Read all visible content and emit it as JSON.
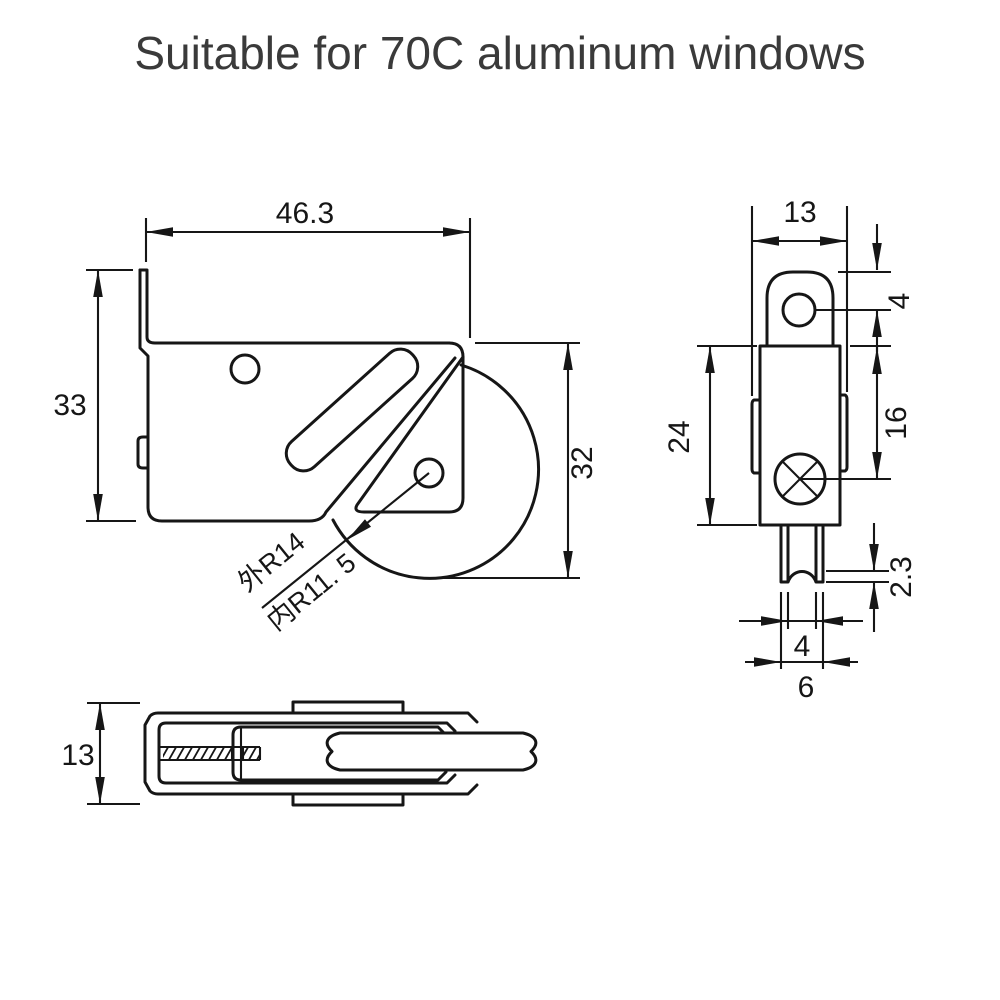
{
  "title": "Suitable for 70C aluminum windows",
  "colors": {
    "line": "#161616",
    "title": "#3a3a3a",
    "background": "#ffffff"
  },
  "front_view": {
    "dim_width": "46.3",
    "dim_height_total": "33",
    "dim_height_wheel": "32",
    "leader_outer_radius": "外R14",
    "leader_inner_radius": "内R11. 5"
  },
  "side_view": {
    "dim_width": "13",
    "dim_top_hole": "4",
    "dim_body_height": "24",
    "dim_hole_span": "16",
    "dim_leg_lip": "2.3",
    "dim_leg_gap": "4",
    "dim_leg_outer": "6"
  },
  "bottom_view": {
    "dim_thickness": "13"
  }
}
